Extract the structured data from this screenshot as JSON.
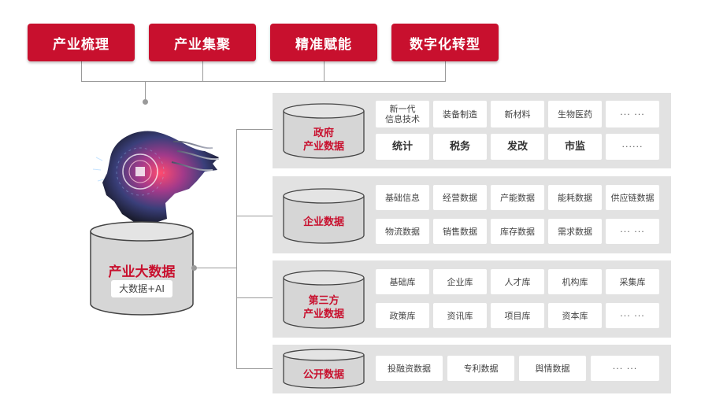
{
  "top_buttons": [
    "产业梳理",
    "产业集聚",
    "精准赋能",
    "数字化转型"
  ],
  "center": {
    "title": "产业大数据",
    "subtitle": "大数据+AI"
  },
  "panels": [
    {
      "name": "政府\n产业数据",
      "row1": [
        "新一代\n信息技术",
        "装备制造",
        "新材料",
        "生物医药",
        "··· ···"
      ],
      "row2": [
        "统计",
        "税务",
        "发改",
        "市监",
        "······"
      ]
    },
    {
      "name": "企业数据",
      "row1": [
        "基础信息",
        "经营数据",
        "产能数据",
        "能耗数据",
        "供应链数据"
      ],
      "row2": [
        "物流数据",
        "销售数据",
        "库存数据",
        "需求数据",
        "··· ···"
      ]
    },
    {
      "name": "第三方\n产业数据",
      "row1": [
        "基础库",
        "企业库",
        "人才库",
        "机构库",
        "采集库"
      ],
      "row2": [
        "政策库",
        "资讯库",
        "项目库",
        "资本库",
        "··· ···"
      ]
    },
    {
      "name": "公开数据",
      "row1": [
        "投融资数据",
        "专利数据",
        "舆情数据",
        "··· ···"
      ]
    }
  ],
  "colors": {
    "accent": "#c8102e",
    "panel": "#e2e2e2",
    "line": "#9a9a9a"
  }
}
